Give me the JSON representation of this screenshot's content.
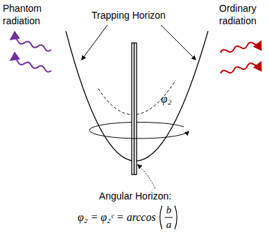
{
  "diagram": {
    "labels": [
      "Phantom radiation",
      "Trapping Horizon",
      "Ordinary radiation",
      "φ₂",
      "Angular Horizon:",
      "φ₂ = φ₂ᶜ = arccos",
      "b",
      "a"
    ]
  }
}
